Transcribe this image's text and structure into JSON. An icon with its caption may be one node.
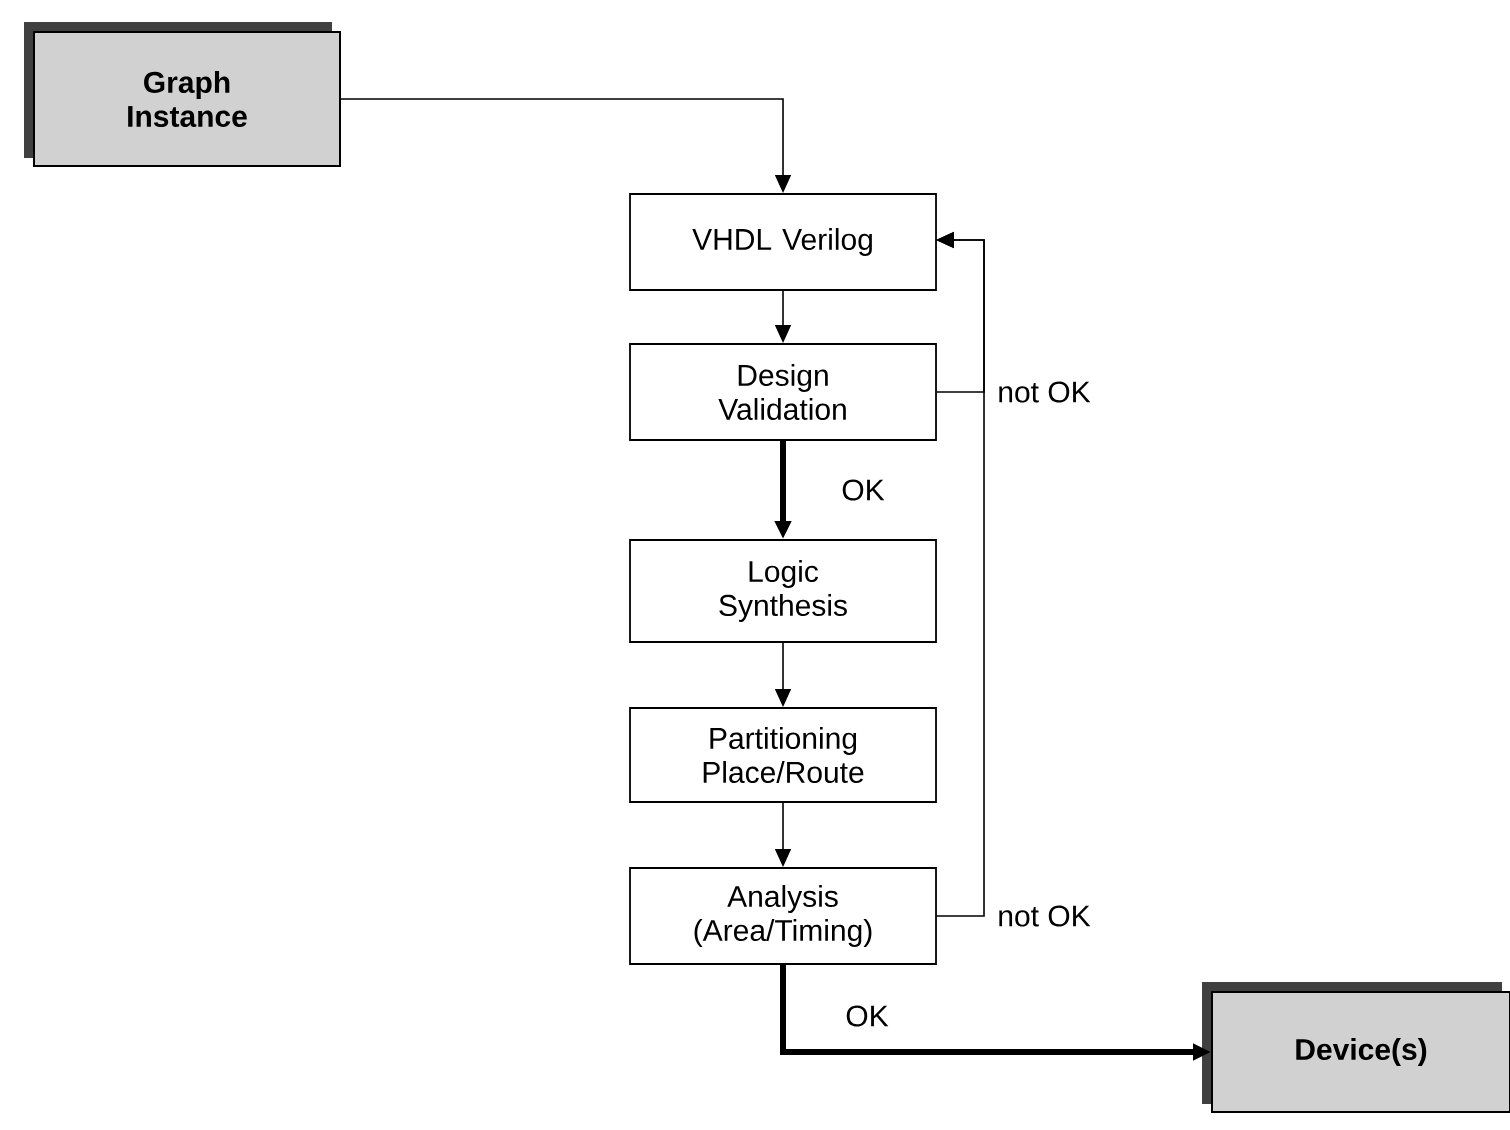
{
  "diagram": {
    "nodes": [
      {
        "text": [
          "Graph Instance"
        ]
      },
      {
        "text": [
          "VHDL Verilog"
        ]
      },
      {
        "text": [
          "Design Validation"
        ]
      },
      {
        "text": [
          "Logic Synthesis"
        ]
      },
      {
        "text": [
          "Partitioning Place/Route"
        ]
      },
      {
        "text": [
          "Analysis (Area/Timing)"
        ]
      },
      {
        "text": [
          "Device(s)"
        ]
      }
    ],
    "edges": [
      {
        "from": 0,
        "to": 1,
        "arrow": "to"
      },
      {
        "from": 1,
        "to": 2,
        "arrow": "to"
      },
      {
        "from": 2,
        "to": 3,
        "arrow": "to",
        "label": "OK",
        "style": "thick"
      },
      {
        "from": 3,
        "to": 4,
        "arrow": "to"
      },
      {
        "from": 4,
        "to": 5,
        "arrow": "to"
      },
      {
        "from": 2,
        "to": 1,
        "arrow": "to",
        "label": "not OK"
      },
      {
        "from": 5,
        "to": 1,
        "arrow": "to",
        "label": "not OK"
      },
      {
        "from": 5,
        "to": 6,
        "arrow": "to",
        "label": "OK",
        "style": "thick"
      }
    ]
  }
}
